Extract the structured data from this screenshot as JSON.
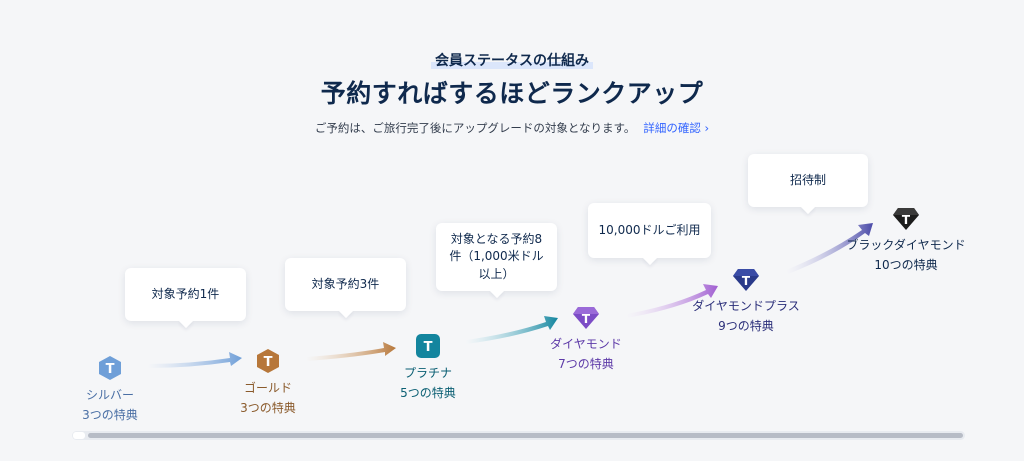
{
  "header": {
    "eyebrow": "会員ステータスの仕組み",
    "title": "予約すればするほどランクアップ",
    "subtitle": "ご予約は、ご旅行完了後にアップグレードの対象となります。",
    "details_link": "詳細の確認 ›"
  },
  "requirements": [
    {
      "text": "対象予約1件"
    },
    {
      "text": "対象予約3件"
    },
    {
      "text": "対象となる予約8件（1,000米ドル以上）"
    },
    {
      "text": "10,000ドルご利用"
    },
    {
      "text": "招待制"
    }
  ],
  "tiers": [
    {
      "name": "シルバー",
      "perks": "3つの特典",
      "color": "#4a6fa5",
      "badge_color": "#6f9fd8",
      "icon": "silver-badge-icon"
    },
    {
      "name": "ゴールド",
      "perks": "3つの特典",
      "color": "#8a5a2b",
      "badge_color": "#b7773a",
      "icon": "gold-badge-icon"
    },
    {
      "name": "プラチナ",
      "perks": "5つの特典",
      "color": "#0b5f73",
      "badge_color": "#13859e",
      "icon": "platinum-badge-icon"
    },
    {
      "name": "ダイヤモンド",
      "perks": "7つの特典",
      "color": "#5d3aa8",
      "badge_color": "#7c4cc6",
      "icon": "diamond-badge-icon"
    },
    {
      "name": "ダイヤモンドプラス",
      "perks": "9つの特典",
      "color": "#2b2f7a",
      "badge_color": "#2a3a8a",
      "icon": "diamond-plus-badge-icon"
    },
    {
      "name": "ブラックダイヤモンド",
      "perks": "10つの特典",
      "color": "#0f294d",
      "badge_color": "#1c1c1c",
      "icon": "black-diamond-badge-icon"
    }
  ]
}
